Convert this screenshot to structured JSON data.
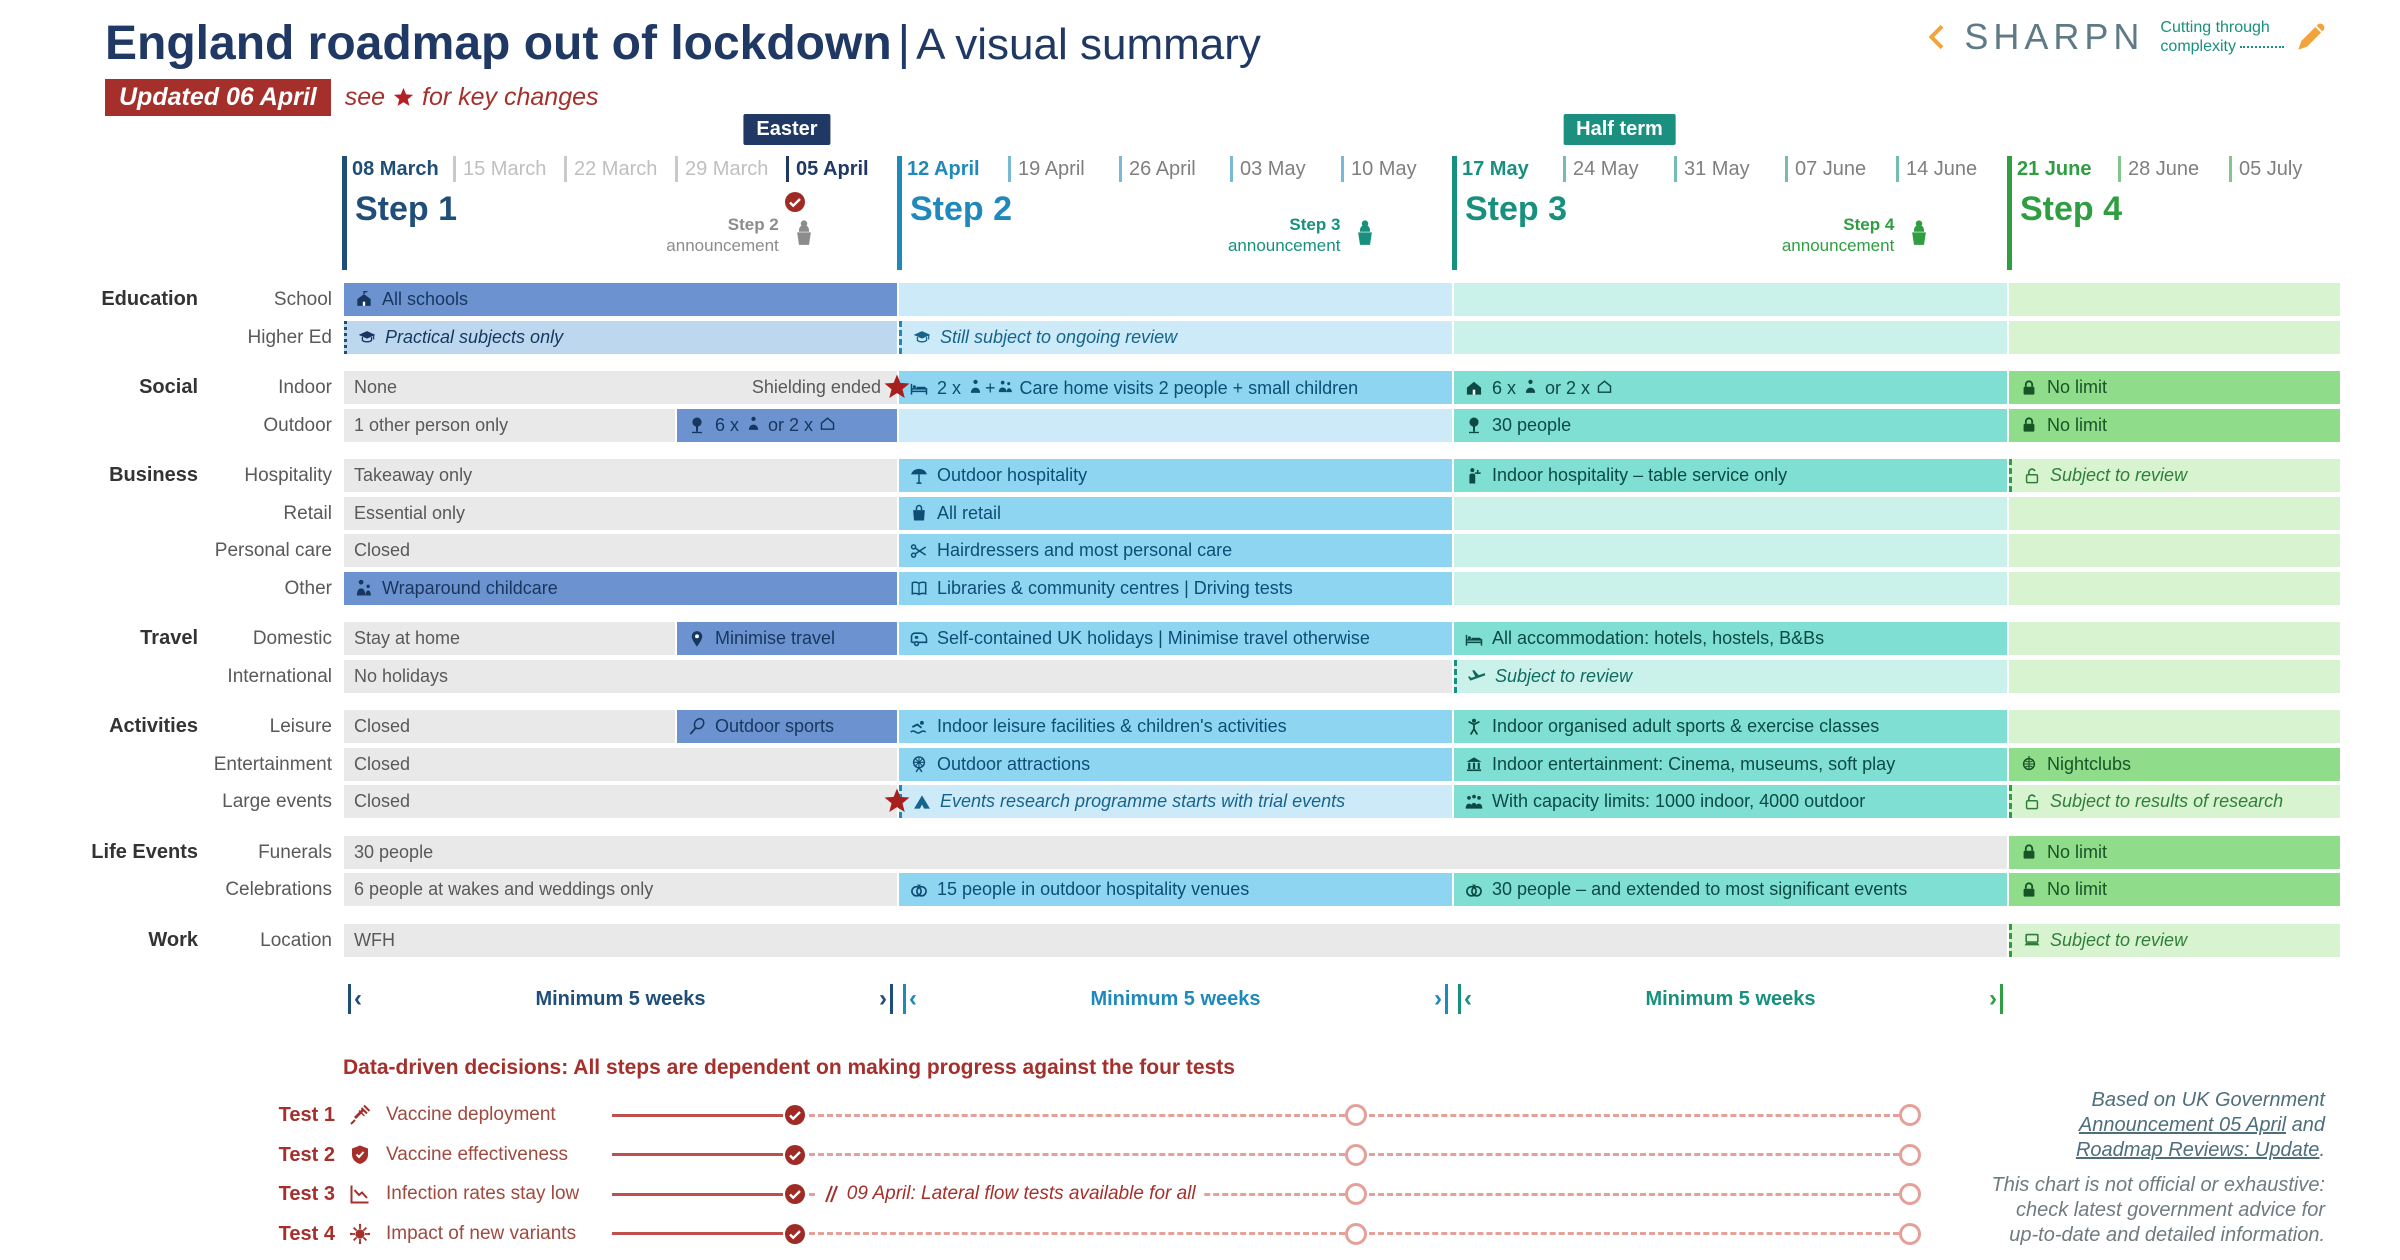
{
  "page": {
    "title_main": "England roadmap out of lockdown",
    "title_sep": "|",
    "title_sub": "A visual summary",
    "updated_badge": "Updated 06 April",
    "see_prefix": "see",
    "see_suffix": "for key changes"
  },
  "logo": {
    "name": "SHARPN",
    "tagline_line1": "Cutting through",
    "tagline_line2": "complexity"
  },
  "timeline": {
    "weeks": [
      {
        "label": "08 March",
        "type": "start"
      },
      {
        "label": "15 March",
        "type": "past"
      },
      {
        "label": "22 March",
        "type": "past"
      },
      {
        "label": "29 March",
        "type": "past"
      },
      {
        "label": "05 April",
        "type": "current"
      },
      {
        "label": "12 April",
        "type": "start"
      },
      {
        "label": "19 April",
        "type": "future"
      },
      {
        "label": "26 April",
        "type": "future"
      },
      {
        "label": "03 May",
        "type": "future"
      },
      {
        "label": "10 May",
        "type": "future"
      },
      {
        "label": "17 May",
        "type": "start"
      },
      {
        "label": "24 May",
        "type": "future"
      },
      {
        "label": "31 May",
        "type": "future"
      },
      {
        "label": "07 June",
        "type": "future"
      },
      {
        "label": "14 June",
        "type": "future"
      },
      {
        "label": "21 June",
        "type": "start"
      },
      {
        "label": "28 June",
        "type": "future"
      },
      {
        "label": "05 July",
        "type": "future"
      }
    ],
    "steps": [
      {
        "label": "Step 1",
        "week": 0,
        "accent": "#1F4E79"
      },
      {
        "label": "Step 2",
        "week": 5,
        "accent": "#2089BC"
      },
      {
        "label": "Step 3",
        "week": 10,
        "accent": "#17907E"
      },
      {
        "label": "Step 4",
        "week": 15,
        "accent": "#2F9E41"
      }
    ],
    "badges": [
      {
        "label": "Easter",
        "week": 4,
        "color": "#1F3864"
      },
      {
        "label": "Half term",
        "week": 11.5,
        "color": "#1B8F80"
      }
    ],
    "announcements": [
      {
        "line1": "Step 2",
        "line2": "announcement",
        "week": 4.07,
        "color": "#8C8C8C",
        "done": true
      },
      {
        "line1": "Step 3",
        "line2": "announcement",
        "week": 9.13,
        "color": "#17907E",
        "done": false
      },
      {
        "line1": "Step 4",
        "line2": "announcement",
        "week": 14.12,
        "color": "#2F9E41",
        "done": false
      }
    ]
  },
  "grid": {
    "groups": [
      {
        "label": "Education",
        "rows": [
          {
            "label": "School",
            "segments": [
              {
                "from": 0,
                "to": 5,
                "color": "s1d",
                "icon": "school-icon",
                "text": "All schools"
              },
              {
                "from": 5,
                "to": 10,
                "color": "s2p"
              },
              {
                "from": 10,
                "to": 15,
                "color": "s3p"
              },
              {
                "from": 15,
                "to": 18,
                "color": "s4p"
              }
            ]
          },
          {
            "label": "Higher Ed",
            "segments": [
              {
                "from": 0,
                "to": 5,
                "color": "s1p",
                "icon": "graduation-cap-icon",
                "text": "Practical subjects only",
                "italic": true,
                "dashedLeft": true
              },
              {
                "from": 5,
                "to": 10,
                "color": "s2p",
                "icon": "graduation-cap-icon",
                "text": "Still subject to ongoing review",
                "italic": true,
                "dashedLeft": true
              },
              {
                "from": 10,
                "to": 15,
                "color": "s3p"
              },
              {
                "from": 15,
                "to": 18,
                "color": "s4p"
              }
            ]
          }
        ]
      },
      {
        "label": "Social",
        "rows": [
          {
            "label": "Indoor",
            "segments": [
              {
                "from": 0,
                "to": 5,
                "color": "grey",
                "text": "None",
                "rightText": "Shielding ended"
              },
              {
                "from": 5,
                "to": 10,
                "color": "s2",
                "icon": "bed-icon",
                "text": "2 x {person}+{people} Care home visits 2 people + small children",
                "star": true
              },
              {
                "from": 10,
                "to": 15,
                "color": "s3",
                "icon": "home-icon",
                "text": "6 x {person} or 2 x {house}"
              },
              {
                "from": 15,
                "to": 18,
                "color": "s4",
                "icon": "lock-icon",
                "text": "No limit"
              }
            ]
          },
          {
            "label": "Outdoor",
            "segments": [
              {
                "from": 0,
                "to": 3,
                "color": "grey",
                "text": "1 other person only"
              },
              {
                "from": 3,
                "to": 5,
                "color": "s1d",
                "icon": "tree-icon",
                "text": "6 x {person} or 2 x {house}"
              },
              {
                "from": 5,
                "to": 10,
                "color": "s2p"
              },
              {
                "from": 10,
                "to": 15,
                "color": "s3",
                "icon": "tree-icon",
                "text": "30 people"
              },
              {
                "from": 15,
                "to": 18,
                "color": "s4",
                "icon": "lock-icon",
                "text": "No limit"
              }
            ]
          }
        ]
      },
      {
        "label": "Business",
        "rows": [
          {
            "label": "Hospitality",
            "segments": [
              {
                "from": 0,
                "to": 5,
                "color": "grey",
                "text": "Takeaway only"
              },
              {
                "from": 5,
                "to": 10,
                "color": "s2",
                "icon": "parasol-icon",
                "text": "Outdoor hospitality"
              },
              {
                "from": 10,
                "to": 15,
                "color": "s3",
                "icon": "waiter-icon",
                "text": "Indoor hospitality – table service only"
              },
              {
                "from": 15,
                "to": 18,
                "color": "s4p",
                "icon": "lock-open-icon",
                "text": "Subject to review",
                "italic": true,
                "dashedLeft": true
              }
            ]
          },
          {
            "label": "Retail",
            "segments": [
              {
                "from": 0,
                "to": 5,
                "color": "grey",
                "text": "Essential only"
              },
              {
                "from": 5,
                "to": 10,
                "color": "s2",
                "icon": "shopping-bag-icon",
                "text": "All retail"
              },
              {
                "from": 10,
                "to": 15,
                "color": "s3p"
              },
              {
                "from": 15,
                "to": 18,
                "color": "s4p"
              }
            ]
          },
          {
            "label": "Personal care",
            "segments": [
              {
                "from": 0,
                "to": 5,
                "color": "grey",
                "text": "Closed"
              },
              {
                "from": 5,
                "to": 10,
                "color": "s2",
                "icon": "scissors-icon",
                "text": "Hairdressers and most personal care"
              },
              {
                "from": 10,
                "to": 15,
                "color": "s3p"
              },
              {
                "from": 15,
                "to": 18,
                "color": "s4p"
              }
            ]
          },
          {
            "label": "Other",
            "segments": [
              {
                "from": 0,
                "to": 5,
                "color": "s1d",
                "icon": "childcare-icon",
                "text": "Wraparound childcare"
              },
              {
                "from": 5,
                "to": 10,
                "color": "s2",
                "icon": "book-icon",
                "text": "Libraries & community centres | Driving tests"
              },
              {
                "from": 10,
                "to": 15,
                "color": "s3p"
              },
              {
                "from": 15,
                "to": 18,
                "color": "s4p"
              }
            ]
          }
        ]
      },
      {
        "label": "Travel",
        "rows": [
          {
            "label": "Domestic",
            "segments": [
              {
                "from": 0,
                "to": 3,
                "color": "grey",
                "text": "Stay at home"
              },
              {
                "from": 3,
                "to": 5,
                "color": "s1d",
                "icon": "map-pin-icon",
                "text": "Minimise travel"
              },
              {
                "from": 5,
                "to": 10,
                "color": "s2",
                "icon": "caravan-icon",
                "text": "Self-contained UK holidays | Minimise travel otherwise"
              },
              {
                "from": 10,
                "to": 15,
                "color": "s3",
                "icon": "bed-icon",
                "text": "All accommodation: hotels, hostels, B&Bs"
              },
              {
                "from": 15,
                "to": 18,
                "color": "s4p"
              }
            ]
          },
          {
            "label": "International",
            "segments": [
              {
                "from": 0,
                "to": 10,
                "color": "grey",
                "text": "No holidays"
              },
              {
                "from": 10,
                "to": 15,
                "color": "s3p",
                "icon": "plane-icon",
                "text": "Subject to review",
                "italic": true,
                "dashedLeft": true
              },
              {
                "from": 15,
                "to": 18,
                "color": "s4p"
              }
            ]
          }
        ]
      },
      {
        "label": "Activities",
        "rows": [
          {
            "label": "Leisure",
            "segments": [
              {
                "from": 0,
                "to": 3,
                "color": "grey",
                "text": "Closed"
              },
              {
                "from": 3,
                "to": 5,
                "color": "s1d",
                "icon": "racket-icon",
                "text": "Outdoor sports"
              },
              {
                "from": 5,
                "to": 10,
                "color": "s2",
                "icon": "swimmer-icon",
                "text": "Indoor leisure facilities & children's activities"
              },
              {
                "from": 10,
                "to": 15,
                "color": "s3",
                "icon": "exercise-icon",
                "text": "Indoor organised adult sports & exercise classes"
              },
              {
                "from": 15,
                "to": 18,
                "color": "s4p"
              }
            ]
          },
          {
            "label": "Entertainment",
            "segments": [
              {
                "from": 0,
                "to": 5,
                "color": "grey",
                "text": "Closed"
              },
              {
                "from": 5,
                "to": 10,
                "color": "s2",
                "icon": "ferris-wheel-icon",
                "text": "Outdoor attractions"
              },
              {
                "from": 10,
                "to": 15,
                "color": "s3",
                "icon": "cinema-icon",
                "text": "Indoor entertainment: Cinema, museums, soft play"
              },
              {
                "from": 15,
                "to": 18,
                "color": "s4",
                "icon": "disco-ball-icon",
                "text": "Nightclubs"
              }
            ]
          },
          {
            "label": "Large events",
            "segments": [
              {
                "from": 0,
                "to": 5,
                "color": "grey",
                "text": "Closed"
              },
              {
                "from": 5,
                "to": 10,
                "color": "s2p",
                "icon": "tent-icon",
                "text": "Events research programme starts with trial events",
                "italic": true,
                "dashedLeft": true,
                "star": true
              },
              {
                "from": 10,
                "to": 15,
                "color": "s3",
                "icon": "crowd-icon",
                "text": "With capacity limits: 1000 indoor, 4000 outdoor"
              },
              {
                "from": 15,
                "to": 18,
                "color": "s4p",
                "icon": "lock-open-icon",
                "text": "Subject to results of research",
                "italic": true,
                "dashedLeft": true
              }
            ]
          }
        ]
      },
      {
        "label": "Life Events",
        "rows": [
          {
            "label": "Funerals",
            "segments": [
              {
                "from": 0,
                "to": 15,
                "color": "grey",
                "text": "30 people"
              },
              {
                "from": 15,
                "to": 18,
                "color": "s4",
                "icon": "lock-icon",
                "text": "No limit"
              }
            ]
          },
          {
            "label": "Celebrations",
            "segments": [
              {
                "from": 0,
                "to": 5,
                "color": "grey",
                "text": "6 people at wakes and weddings only"
              },
              {
                "from": 5,
                "to": 10,
                "color": "s2",
                "icon": "rings-icon",
                "text": "15 people in outdoor hospitality venues"
              },
              {
                "from": 10,
                "to": 15,
                "color": "s3",
                "icon": "rings-icon",
                "text": "30 people – and extended to most significant events"
              },
              {
                "from": 15,
                "to": 18,
                "color": "s4",
                "icon": "lock-icon",
                "text": "No limit"
              }
            ]
          }
        ]
      },
      {
        "label": "Work",
        "rows": [
          {
            "label": "Location",
            "segments": [
              {
                "from": 0,
                "to": 15,
                "color": "grey",
                "text": "WFH"
              },
              {
                "from": 15,
                "to": 18,
                "color": "s4p",
                "icon": "laptop-icon",
                "text": "Subject to review",
                "italic": true,
                "dashedLeft": true
              }
            ]
          }
        ]
      }
    ]
  },
  "arrows": [
    {
      "label": "Minimum 5 weeks",
      "from": 0,
      "to": 5,
      "color": "#1F4E79"
    },
    {
      "label": "Minimum 5 weeks",
      "from": 5,
      "to": 10,
      "color": "#2089BC"
    },
    {
      "label": "Minimum 5 weeks",
      "from": 10,
      "to": 15,
      "color": "#17907E",
      "right_color": "#2F9E41"
    }
  ],
  "tests_section": {
    "heading": "Data-driven decisions: All steps are dependent on making progress against the four tests",
    "tests": [
      {
        "label": "Test 1",
        "icon": "syringe-icon",
        "name": "Vaccine deployment"
      },
      {
        "label": "Test 2",
        "icon": "shield-icon",
        "name": "Vaccine effectiveness"
      },
      {
        "label": "Test 3",
        "icon": "chart-down-icon",
        "name": "Infection rates stay low",
        "annotation": "09 April: Lateral flow tests available for all"
      },
      {
        "label": "Test 4",
        "icon": "virus-icon",
        "name": "Impact of new variants"
      }
    ]
  },
  "footer": {
    "line1": "Based on UK Government",
    "link1": "Announcement 05 April",
    "mid": "and",
    "link2": "Roadmap Reviews: Update",
    "period": ".",
    "disclaimer1": "This chart is not official or exhaustive:",
    "disclaimer2": "check latest government advice for",
    "disclaimer3": "up-to-date and detailed information."
  },
  "colors": {
    "accent_red": "#A5302B",
    "star_red": "#A8201E",
    "step1": "#1F4E79",
    "step2": "#2089BC",
    "step3": "#17907E",
    "step4": "#2F9E41"
  }
}
